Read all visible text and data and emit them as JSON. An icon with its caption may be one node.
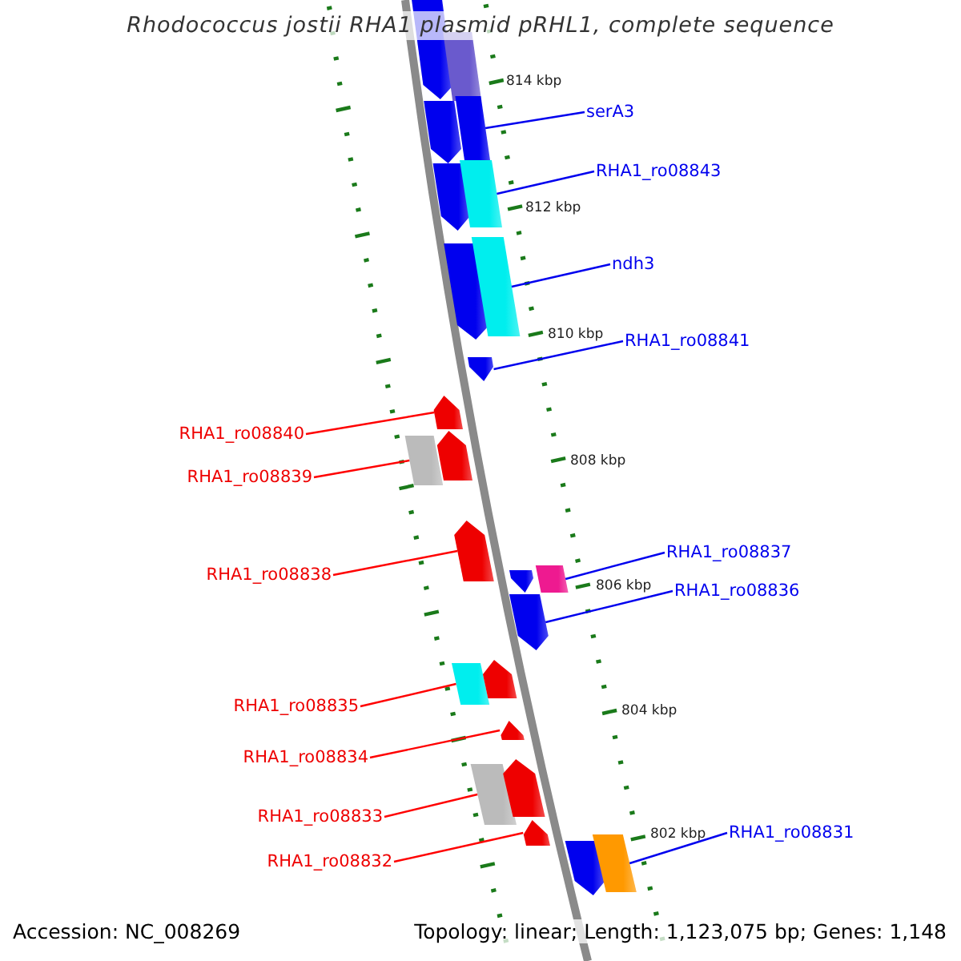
{
  "diagram": {
    "title": "Rhodococcus jostii RHA1 plasmid pRHL1, complete sequence",
    "nodes": [
      {
        "text": [
          "serA3"
        ]
      },
      {
        "text": [
          "RHA1_ro08843"
        ]
      },
      {
        "text": [
          "ndh3"
        ]
      },
      {
        "text": [
          "RHA1_ro08841"
        ]
      },
      {
        "text": [
          "RHA1_ro08840"
        ]
      },
      {
        "text": [
          "RHA1_ro08839"
        ]
      },
      {
        "text": [
          "RHA1_ro08838"
        ]
      },
      {
        "text": [
          "RHA1_ro08837"
        ]
      },
      {
        "text": [
          "RHA1_ro08836"
        ]
      },
      {
        "text": [
          "RHA1_ro08835"
        ]
      },
      {
        "text": [
          "RHA1_ro08834"
        ]
      },
      {
        "text": [
          "RHA1_ro08833"
        ]
      },
      {
        "text": [
          "RHA1_ro08832"
        ]
      },
      {
        "text": [
          "RHA1_ro08831"
        ]
      },
      {
        "text": [],
        "shape": "arrow"
      },
      {
        "text": [],
        "shape": "box"
      },
      {
        "text": [],
        "shape": "arrow"
      },
      {
        "text": [],
        "shape": "box"
      },
      {
        "text": [],
        "shape": "arrow"
      },
      {
        "text": [],
        "shape": "box"
      },
      {
        "text": [],
        "shape": "arrow"
      },
      {
        "text": [],
        "shape": "box"
      },
      {
        "text": [],
        "shape": "arrow"
      },
      {
        "text": [],
        "shape": "arrow"
      },
      {
        "text": [],
        "shape": "box"
      },
      {
        "text": [],
        "shape": "arrow"
      },
      {
        "text": [],
        "shape": "arrow"
      },
      {
        "text": [],
        "shape": "arrow"
      },
      {
        "text": [],
        "shape": "box"
      },
      {
        "text": [],
        "shape": "arrow"
      },
      {
        "text": [],
        "shape": "box"
      },
      {
        "text": [],
        "shape": "arrow"
      },
      {
        "text": [],
        "shape": "arrow"
      },
      {
        "text": [],
        "shape": "box"
      },
      {
        "text": [],
        "shape": "arrow"
      },
      {
        "text": [],
        "shape": "arrow"
      },
      {
        "text": [],
        "shape": "arrow"
      },
      {
        "text": [],
        "shape": "box"
      }
    ],
    "edges": [
      {
        "from": 0,
        "to": 17,
        "arrow": "none"
      },
      {
        "from": 1,
        "to": 19,
        "arrow": "none"
      },
      {
        "from": 2,
        "to": 21,
        "arrow": "none"
      },
      {
        "from": 3,
        "to": 22,
        "arrow": "none"
      },
      {
        "from": 4,
        "to": 23,
        "arrow": "none",
        "color": "#ff0000"
      },
      {
        "from": 5,
        "to": 24,
        "arrow": "none",
        "color": "#ff0000"
      },
      {
        "from": 6,
        "to": 26,
        "arrow": "none",
        "color": "#ff0000"
      },
      {
        "from": 7,
        "to": 28,
        "arrow": "none"
      },
      {
        "from": 8,
        "to": 29,
        "arrow": "none"
      },
      {
        "from": 9,
        "to": 30,
        "arrow": "none",
        "color": "#ff0000"
      },
      {
        "from": 10,
        "to": 32,
        "arrow": "none",
        "color": "#ff0000"
      },
      {
        "from": 11,
        "to": 33,
        "arrow": "none",
        "color": "#ff0000"
      },
      {
        "from": 12,
        "to": 35,
        "arrow": "none",
        "color": "#ff0000"
      },
      {
        "from": 13,
        "to": 37,
        "arrow": "none"
      }
    ],
    "labels": [
      "814 kbp",
      "812 kbp",
      "810 kbp",
      "808 kbp",
      "806 kbp",
      "804 kbp",
      "802 kbp",
      "Accession: NC_008269",
      "Topology: linear; Length: 1,123,075 bp; Genes: 1,148"
    ]
  }
}
